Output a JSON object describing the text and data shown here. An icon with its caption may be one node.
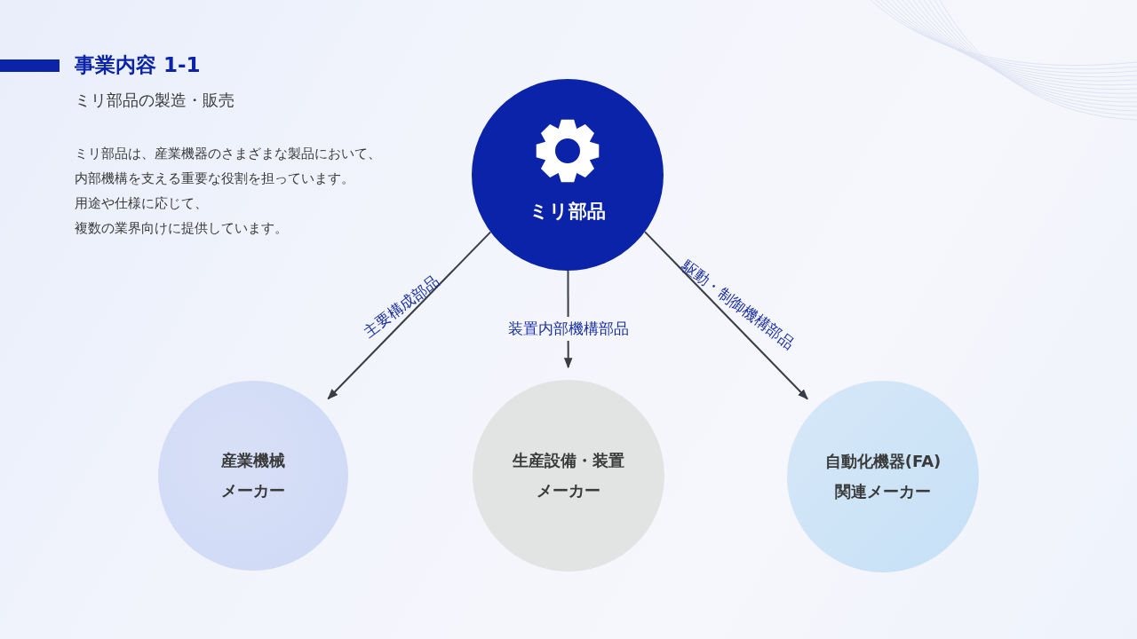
{
  "diagram": {
    "title": "事業内容 1-1",
    "nodes": [
      {
        "text": [
          "ミリ部品"
        ]
      },
      {
        "text": [
          "産業機械メーカー"
        ]
      },
      {
        "text": [
          "生産設備・装置メーカー"
        ]
      },
      {
        "text": [
          "自動化機器(FA)関連メーカー"
        ]
      }
    ],
    "edges": [
      {
        "from": 0,
        "to": 1,
        "arrow": "to",
        "label": "主要構成部品"
      },
      {
        "from": 0,
        "to": 2,
        "arrow": "to",
        "label": "装置内部機構部品"
      },
      {
        "from": 0,
        "to": 3,
        "arrow": "to",
        "label": "駆動・制御機構部品"
      }
    ],
    "labels": [
      "ミリ部品の製造・販売",
      "ミリ部品は、産業機器のさまざまな製品において、",
      "内部機構を支える重要な役割を担っています。",
      "用途や仕様に応じて、",
      "複数の業界向けに提供しています。"
    ]
  }
}
